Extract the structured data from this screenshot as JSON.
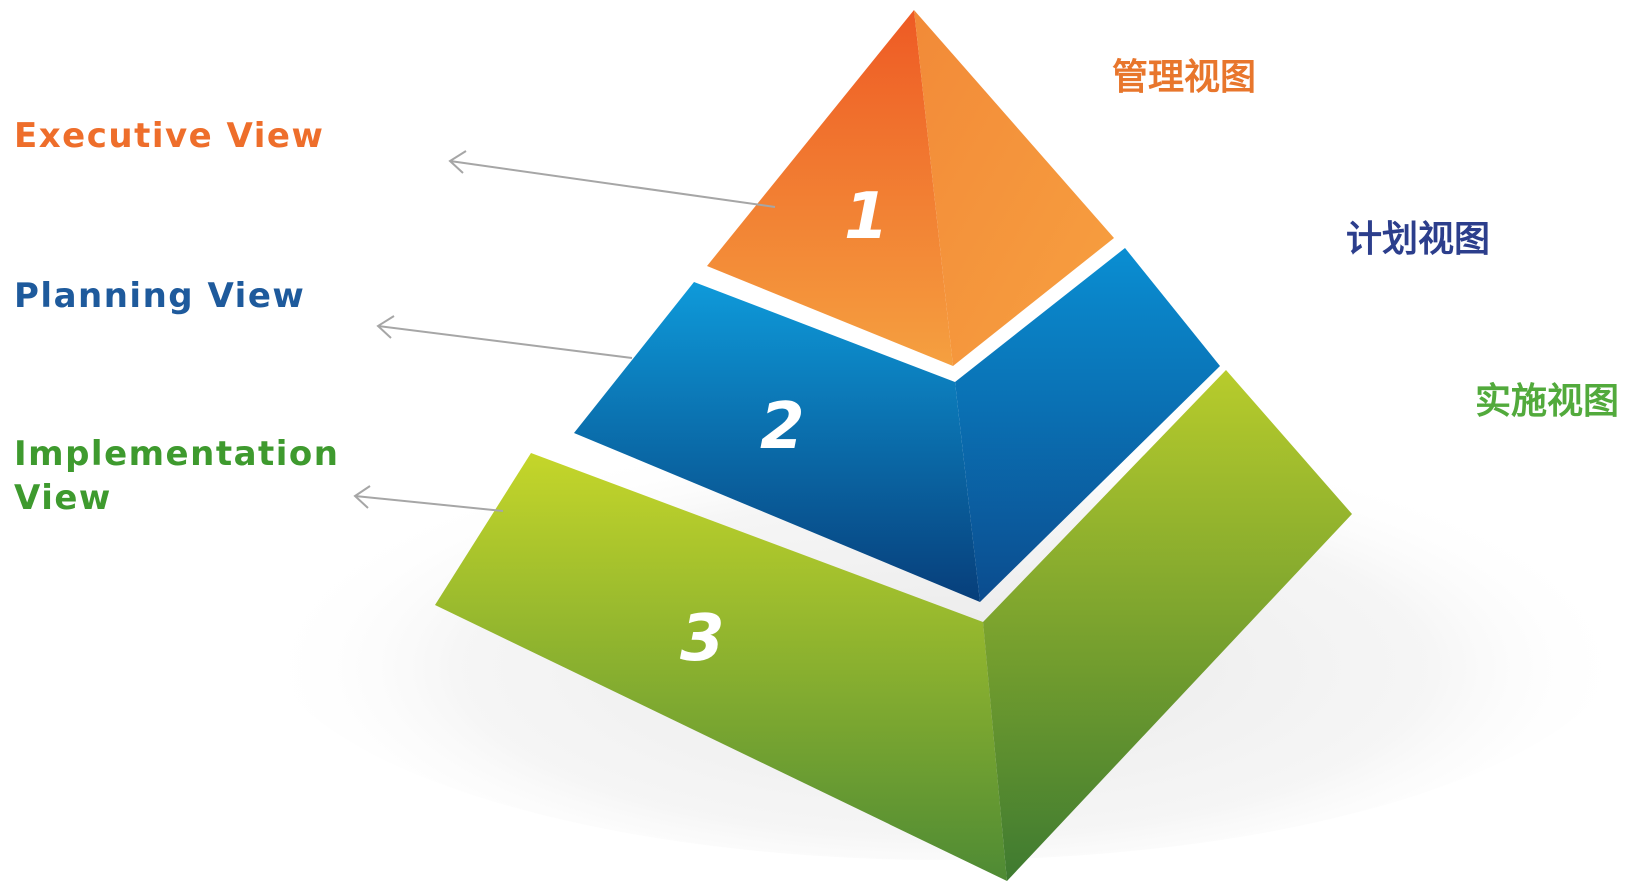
{
  "diagram": {
    "tiers": [
      {
        "number": "1",
        "label_en": "Executive View",
        "label_cn": "管理视图",
        "color": "#F07030"
      },
      {
        "number": "2",
        "label_en": "Planning View",
        "label_cn": "计划视图",
        "color": "#0A72B4"
      },
      {
        "number": "3",
        "label_en_lines": [
          "Implementation",
          "View"
        ],
        "label_cn": "实施视图",
        "color": "#7CB32F"
      }
    ],
    "colors": {
      "executive_text": "#EE6E2B",
      "planning_text": "#1E5A9C",
      "implementation_text": "#3E9A2E",
      "cn_executive_text": "#E8762C",
      "cn_planning_text": "#2C3E8C",
      "cn_implementation_text": "#52AA3C"
    }
  }
}
